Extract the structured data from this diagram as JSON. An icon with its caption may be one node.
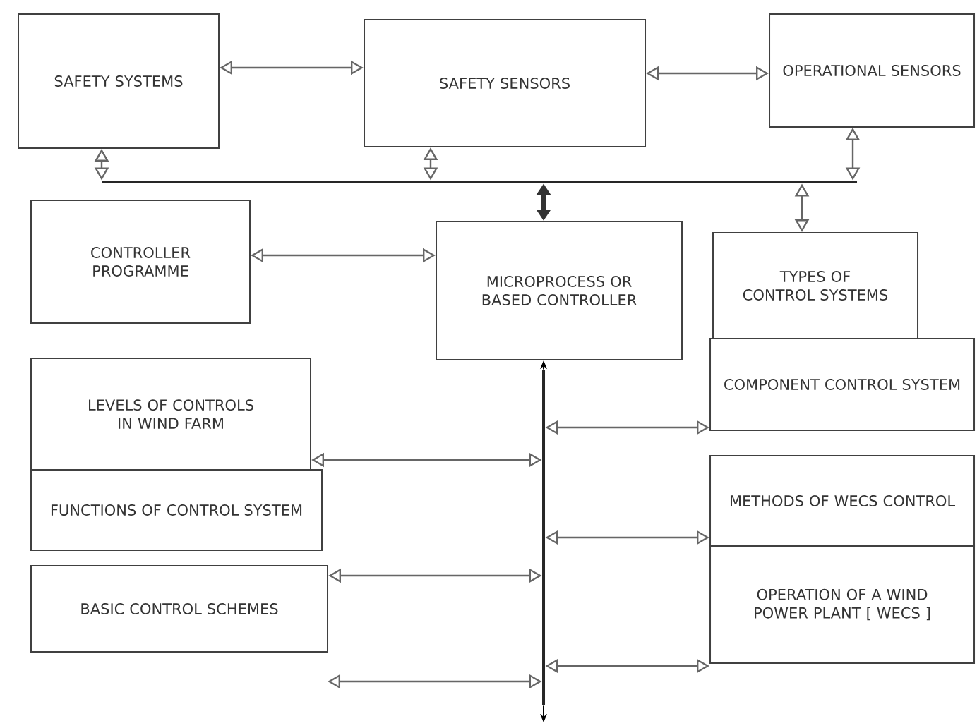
{
  "diagram": {
    "nodes": [
      {
        "text": [
          "SAFETY SYSTEMS"
        ]
      },
      {
        "text": [
          "SAFETY SENSORS"
        ]
      },
      {
        "text": [
          "OPERATIONAL SENSORS"
        ]
      },
      {
        "text": [
          "CONTROLLER PROGRAMME"
        ]
      },
      {
        "text": [
          "MICROPROCESS OR BASED CONTROLLER"
        ]
      },
      {
        "text": [
          "TYPES OF CONTROL SYSTEMS"
        ]
      },
      {
        "text": [
          "COMPONENT CONTROL SYSTEM"
        ]
      },
      {
        "text": [
          "LEVELS OF CONTROLS IN WIND FARM"
        ]
      },
      {
        "text": [
          "FUNCTIONS OF CONTROL SYSTEM"
        ]
      },
      {
        "text": [
          "BASIC CONTROL SCHEMES"
        ]
      },
      {
        "text": [
          "METHODS OF WECS CONTROL"
        ]
      },
      {
        "text": [
          "OPERATION OF A WIND POWER PLANT [ WECS ]"
        ]
      },
      {
        "text": [],
        "shape": "bar"
      },
      {
        "text": [],
        "shape": "bar"
      }
    ],
    "edges": [
      {
        "from": 0,
        "to": 1,
        "arrow": "both"
      },
      {
        "from": 1,
        "to": 2,
        "arrow": "both"
      },
      {
        "from": 0,
        "to": 12,
        "arrow": "both"
      },
      {
        "from": 1,
        "to": 12,
        "arrow": "both"
      },
      {
        "from": 2,
        "to": 12,
        "arrow": "both"
      },
      {
        "from": 12,
        "to": 4,
        "arrow": "both",
        "style": "thick"
      },
      {
        "from": 12,
        "to": 5,
        "arrow": "both"
      },
      {
        "from": 3,
        "to": 4,
        "arrow": "both"
      },
      {
        "from": 13,
        "to": 4,
        "arrow": "to",
        "color": "#000000"
      },
      {
        "from": 13,
        "to": null,
        "arrow": "to",
        "color": "#000000"
      },
      {
        "from": 13,
        "to": 6,
        "arrow": "both"
      },
      {
        "from": 7,
        "to": 13,
        "arrow": "both"
      },
      {
        "from": 10,
        "to": 13,
        "arrow": "both"
      },
      {
        "from": 9,
        "to": 13,
        "arrow": "both"
      },
      {
        "from": 11,
        "to": 13,
        "arrow": "both"
      },
      {
        "from": null,
        "to": 13,
        "arrow": "both"
      }
    ]
  }
}
